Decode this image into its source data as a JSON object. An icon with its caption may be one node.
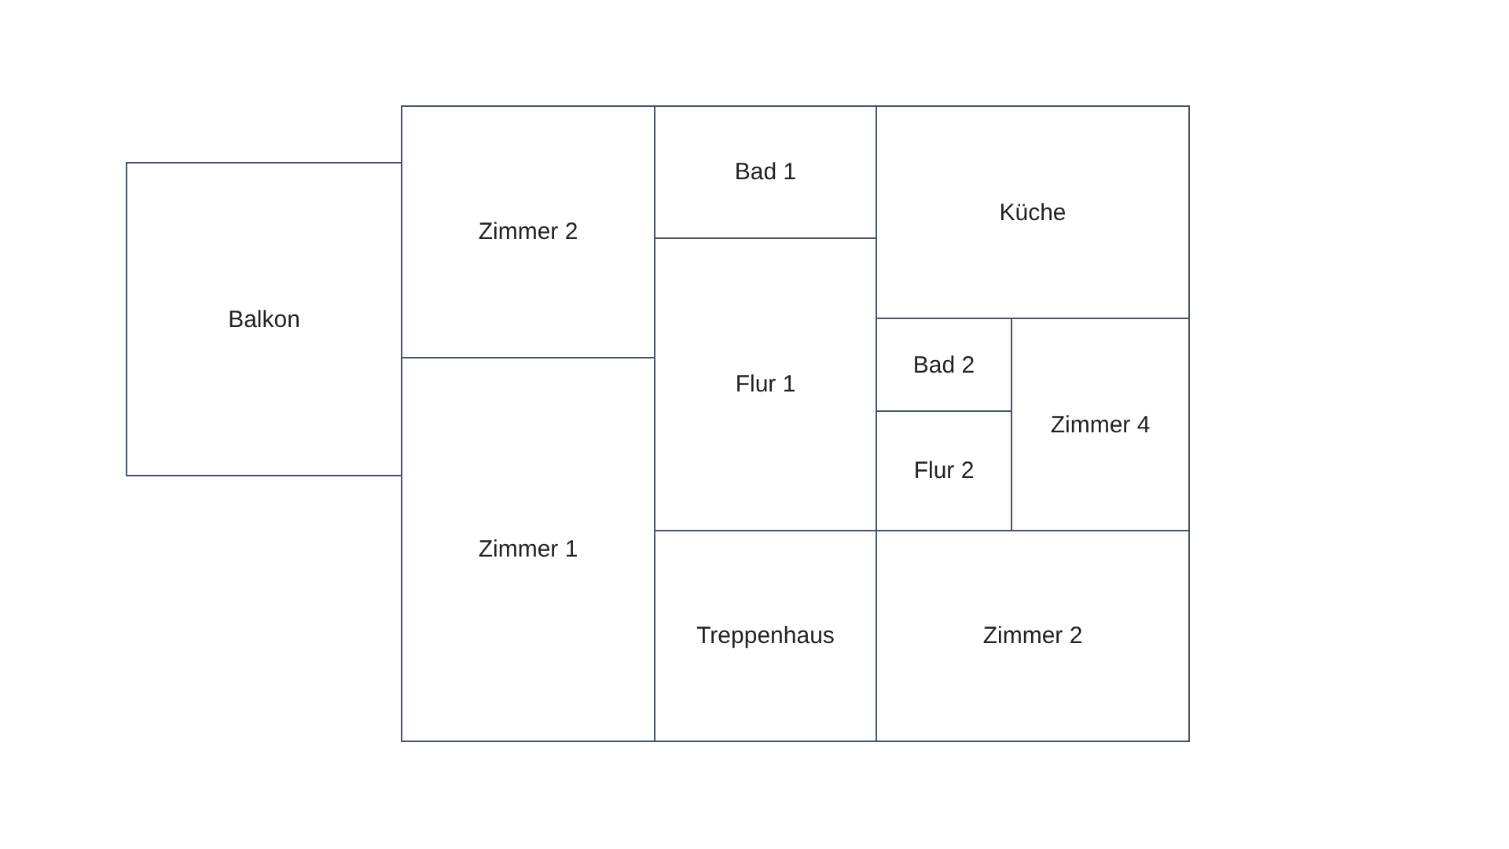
{
  "diagram": {
    "nodes": [
      {
        "text": [
          "Bad 1"
        ]
      },
      {
        "text": [
          "Küche"
        ]
      },
      {
        "text": [
          "Zimmer 2"
        ]
      },
      {
        "text": [
          "Balkon"
        ]
      },
      {
        "text": [
          "Bad 2"
        ]
      },
      {
        "text": [
          "Flur 1"
        ]
      },
      {
        "text": [
          "Zimmer 4"
        ]
      },
      {
        "text": [
          "Flur 2"
        ]
      },
      {
        "text": [
          "Zimmer 1"
        ]
      },
      {
        "text": [
          "Treppenhaus"
        ]
      },
      {
        "text": [
          "Zimmer 2"
        ]
      }
    ]
  }
}
